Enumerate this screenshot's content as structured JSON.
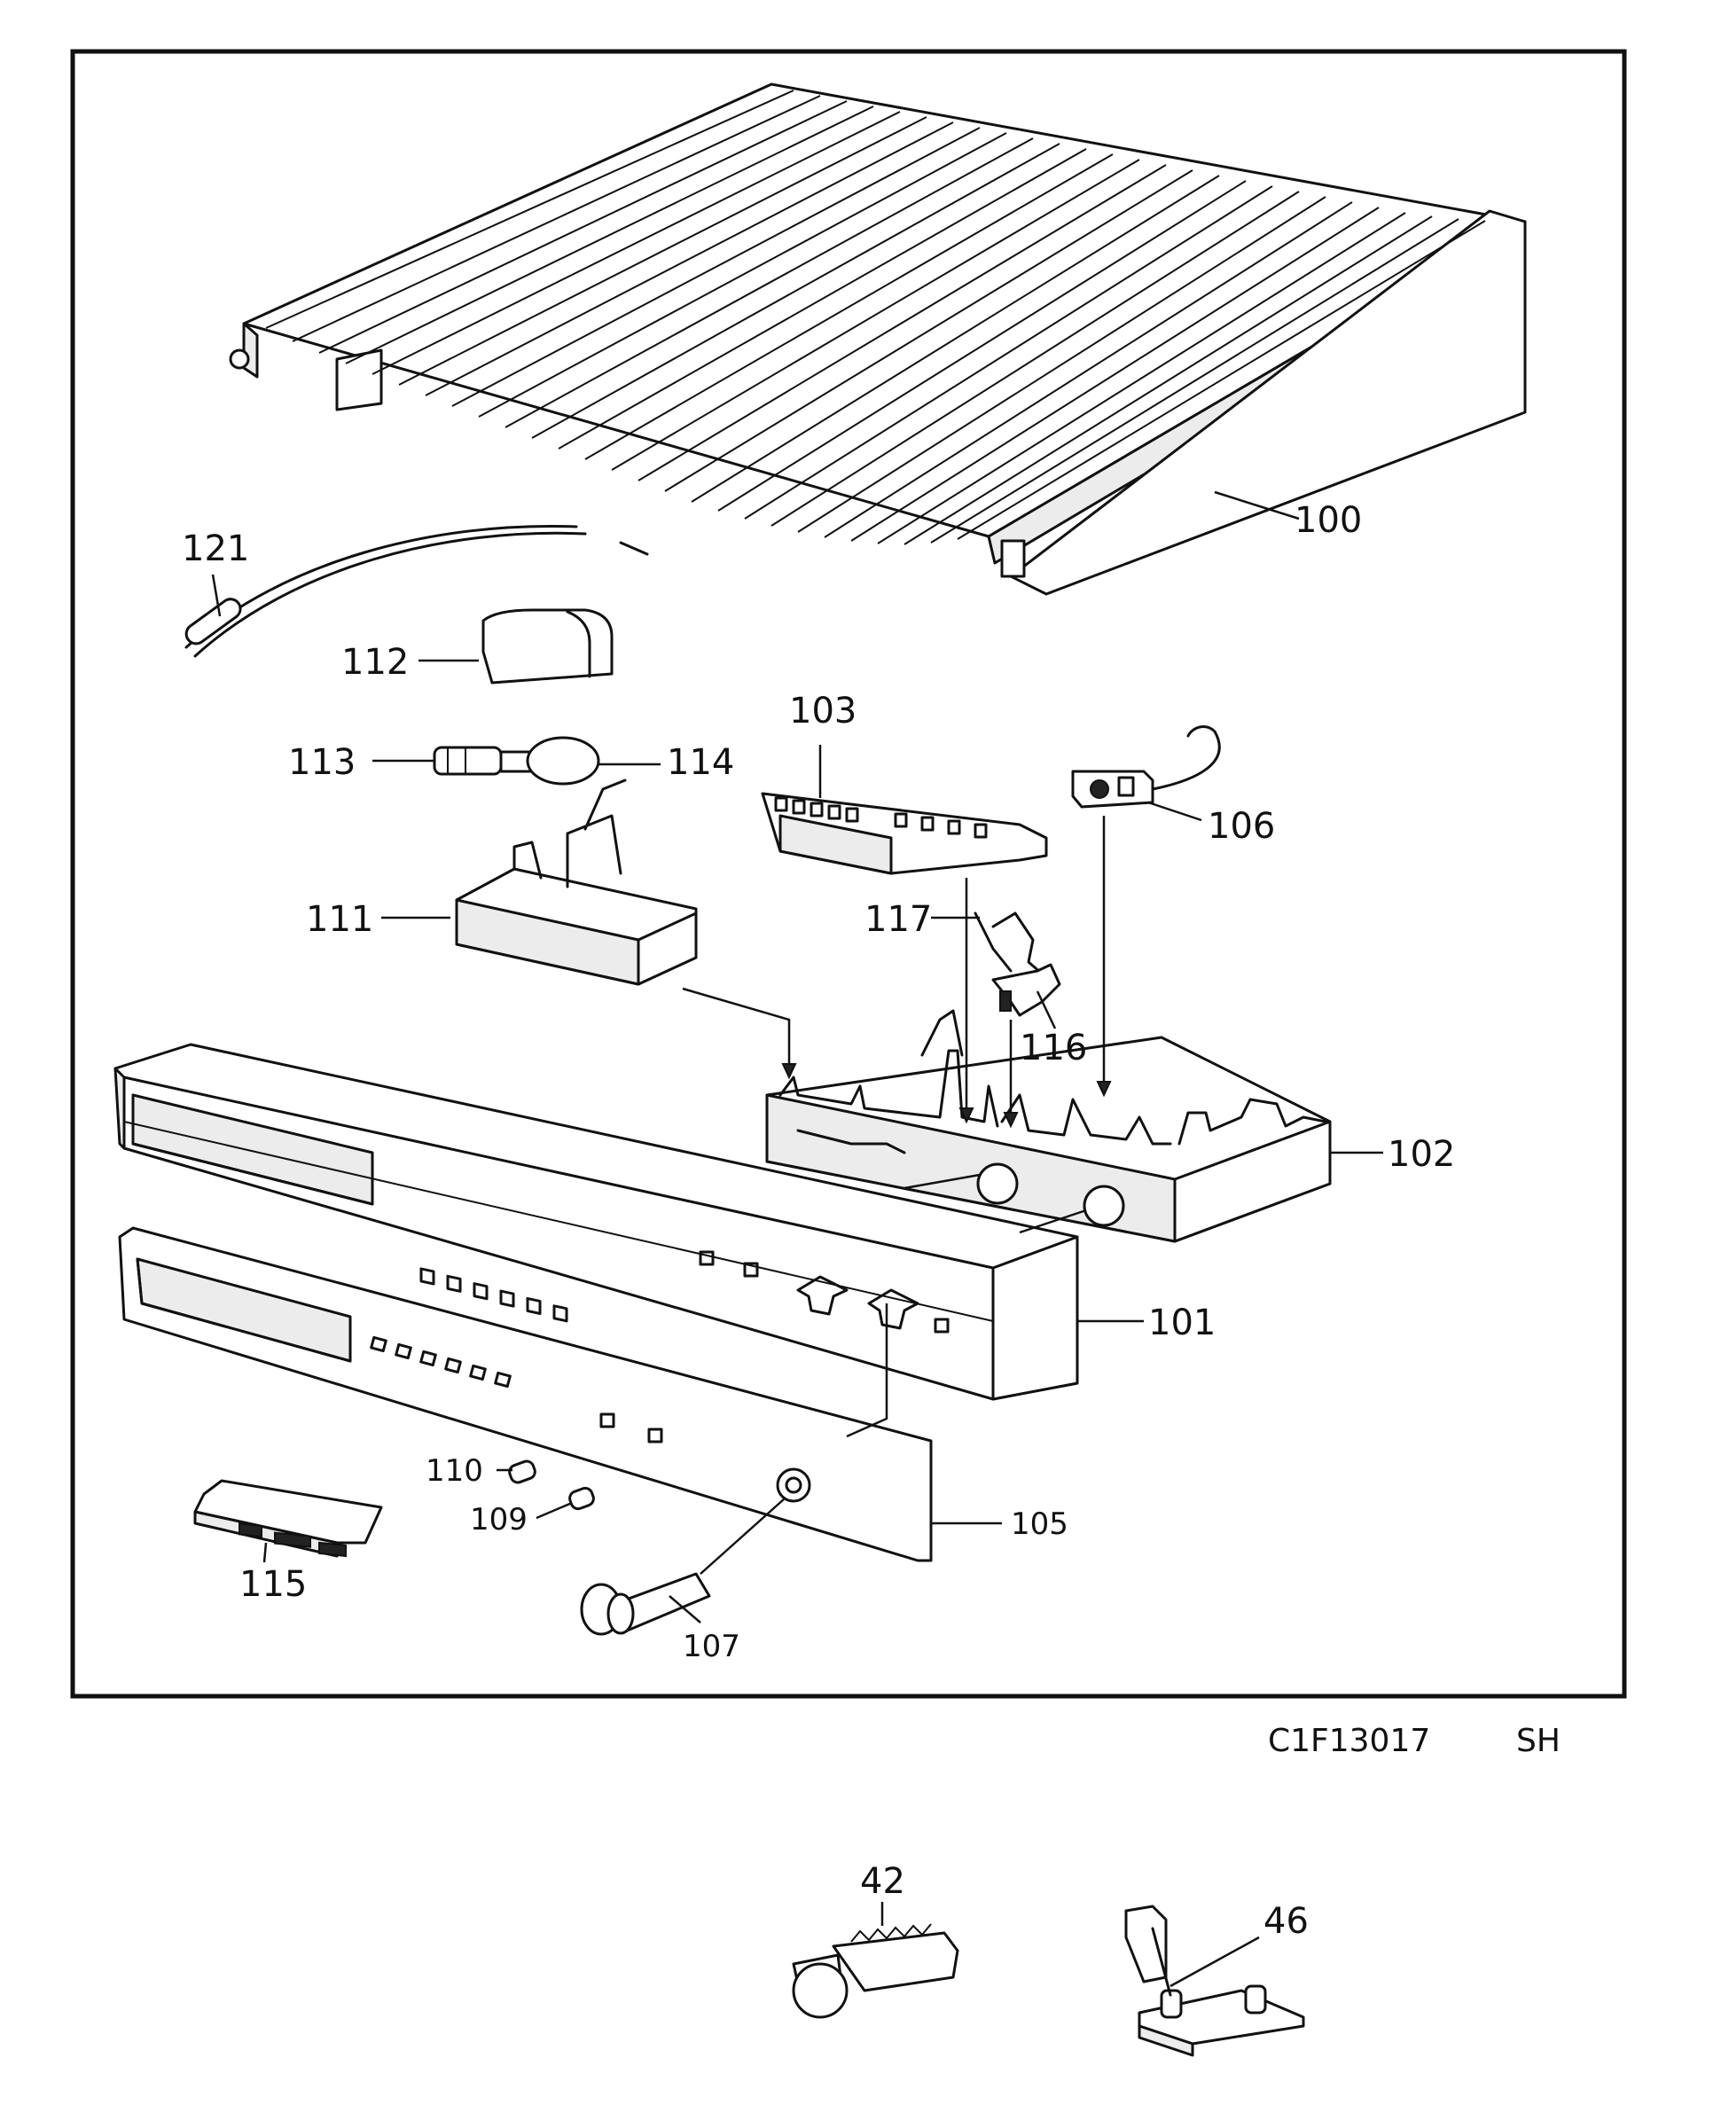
{
  "diagram": {
    "part_labels": {
      "p100": "100",
      "p101": "101",
      "p102": "102",
      "p103": "103",
      "p105": "105",
      "p106": "106",
      "p107": "107",
      "p109": "109",
      "p110": "110",
      "p111": "111",
      "p112": "112",
      "p113": "113",
      "p114": "114",
      "p115": "115",
      "p116": "116",
      "p117": "117",
      "p121": "121",
      "p42": "42",
      "p46": "46"
    },
    "drawing_code": "C1F13017",
    "drawing_suffix": "SH"
  }
}
